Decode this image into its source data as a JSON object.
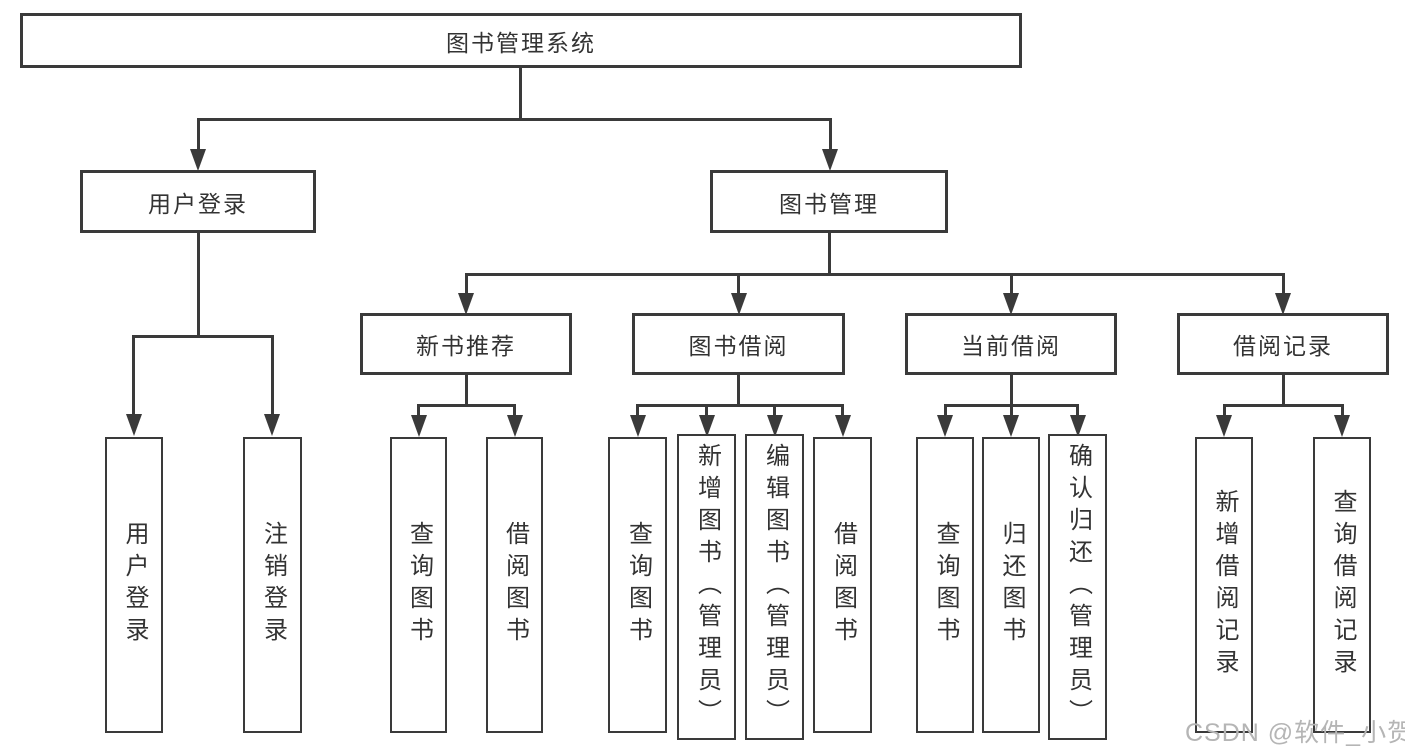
{
  "diagram_title": "图书管理系统",
  "nodes": {
    "root": "图书管理系统",
    "user_login": "用户登录",
    "book_mgmt": "图书管理",
    "new_books": "新书推荐",
    "book_borrow": "图书借阅",
    "current_borrow": "当前借阅",
    "borrow_records": "借阅记录",
    "leaf_user_login": "用户登录",
    "leaf_logout": "注销登录",
    "leaf_nb_query": "查询图书",
    "leaf_nb_borrow": "借阅图书",
    "leaf_bb_query": "查询图书",
    "leaf_bb_add": "新增图书（管理员）",
    "leaf_bb_edit": "编辑图书（管理员）",
    "leaf_bb_borrow": "借阅图书",
    "leaf_cb_query": "查询图书",
    "leaf_cb_return": "归还图书",
    "leaf_cb_confirm": "确认归还（管理员）",
    "leaf_br_add": "新增借阅记录",
    "leaf_br_query": "查询借阅记录"
  },
  "watermark": "CSDN @软件_小贺同学",
  "colors": {
    "line": "#3a3a3a",
    "text": "#333333",
    "watermark": "#b5b5b5",
    "background": "#ffffff"
  }
}
